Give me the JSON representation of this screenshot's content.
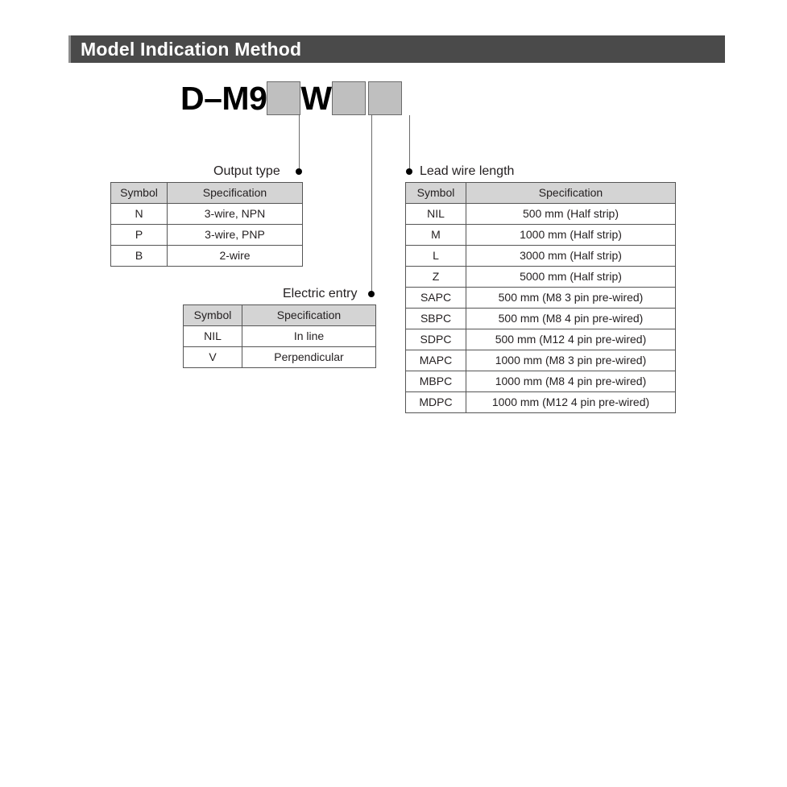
{
  "header": {
    "title": "Model Indication Method"
  },
  "model_code": {
    "prefix": "D–M9",
    "middle": "W",
    "boxes": [
      "box-1",
      "box-2",
      "box-3"
    ]
  },
  "callouts": {
    "output_type": "Output type",
    "electric_entry": "Electric entry",
    "lead_wire_length": "Lead wire length"
  },
  "tables": {
    "output_type": {
      "headers": [
        "Symbol",
        "Specification"
      ],
      "rows": [
        {
          "symbol": "N",
          "spec": "3-wire, NPN"
        },
        {
          "symbol": "P",
          "spec": "3-wire, PNP"
        },
        {
          "symbol": "B",
          "spec": "2-wire"
        }
      ]
    },
    "electric_entry": {
      "headers": [
        "Symbol",
        "Specification"
      ],
      "rows": [
        {
          "symbol": "NIL",
          "spec": "In line"
        },
        {
          "symbol": "V",
          "spec": "Perpendicular"
        }
      ]
    },
    "lead_wire_length": {
      "headers": [
        "Symbol",
        "Specification"
      ],
      "rows": [
        {
          "symbol": "NIL",
          "spec": "500 mm (Half strip)"
        },
        {
          "symbol": "M",
          "spec": "1000 mm (Half strip)"
        },
        {
          "symbol": "L",
          "spec": "3000 mm (Half strip)"
        },
        {
          "symbol": "Z",
          "spec": "5000 mm (Half strip)"
        },
        {
          "symbol": "SAPC",
          "spec": "500 mm (M8 3 pin pre-wired)"
        },
        {
          "symbol": "SBPC",
          "spec": "500 mm (M8 4 pin pre-wired)"
        },
        {
          "symbol": "SDPC",
          "spec": "500 mm (M12 4 pin pre-wired)"
        },
        {
          "symbol": "MAPC",
          "spec": "1000 mm (M8 3 pin pre-wired)"
        },
        {
          "symbol": "MBPC",
          "spec": "1000 mm (M8 4 pin pre-wired)"
        },
        {
          "symbol": "MDPC",
          "spec": "1000 mm (M12 4 pin pre-wired)"
        }
      ]
    }
  },
  "colors": {
    "title_bar": "#4a4a4a",
    "title_accent": "#8c8c8c",
    "code_box": "#bfbfbf",
    "table_header": "#d4d4d4",
    "table_border": "#555555",
    "leader_line": "#6b6b6b"
  }
}
